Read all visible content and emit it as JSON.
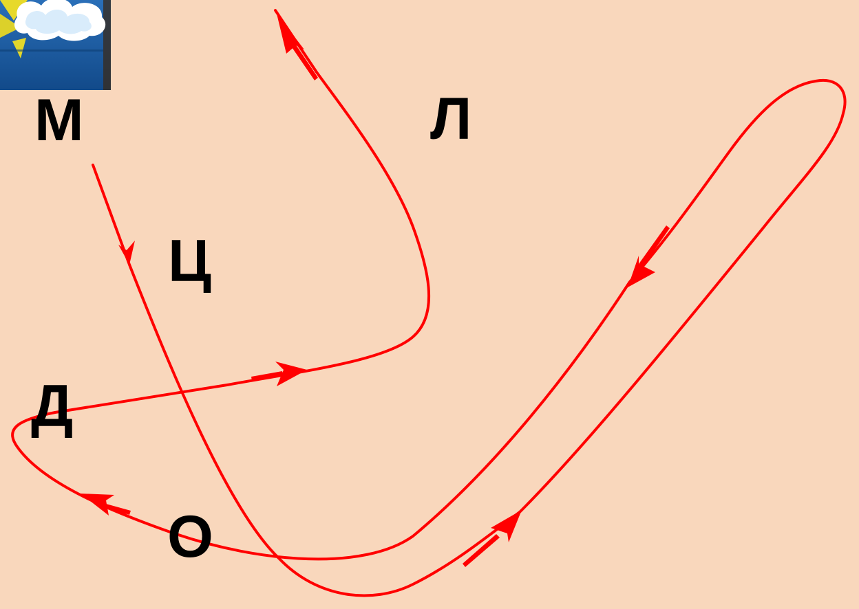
{
  "letters": {
    "m": "М",
    "l": "Л",
    "ts": "Ц",
    "d": "Д",
    "o": "О"
  },
  "colors": {
    "background": "#f9d7bc",
    "path": "#ff0000",
    "letter": "#000000"
  },
  "photo": {
    "icon": "cloud-sun-photo-icon"
  }
}
